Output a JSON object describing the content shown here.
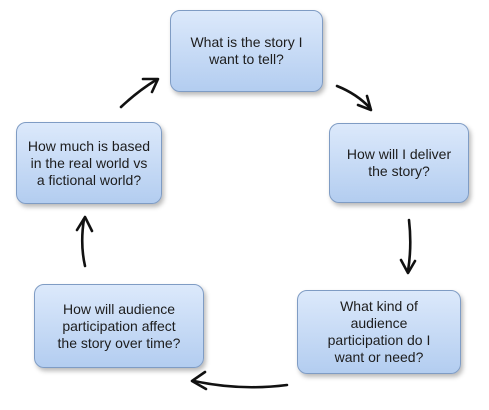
{
  "diagram": {
    "nodes": [
      {
        "id": "n1",
        "text": "What is the story I\nwant to tell?"
      },
      {
        "id": "n2",
        "text": "How will I deliver\nthe story?"
      },
      {
        "id": "n3",
        "text": "What kind of\naudience\nparticipation do I\nwant or need?"
      },
      {
        "id": "n4",
        "text": "How will audience\nparticipation affect\nthe story over time?"
      },
      {
        "id": "n5",
        "text": "How much is based\nin the real world vs\na fictional world?"
      }
    ],
    "edges": [
      {
        "from": "n1",
        "to": "n2"
      },
      {
        "from": "n2",
        "to": "n3"
      },
      {
        "from": "n3",
        "to": "n4"
      },
      {
        "from": "n4",
        "to": "n5"
      },
      {
        "from": "n5",
        "to": "n1"
      }
    ]
  }
}
